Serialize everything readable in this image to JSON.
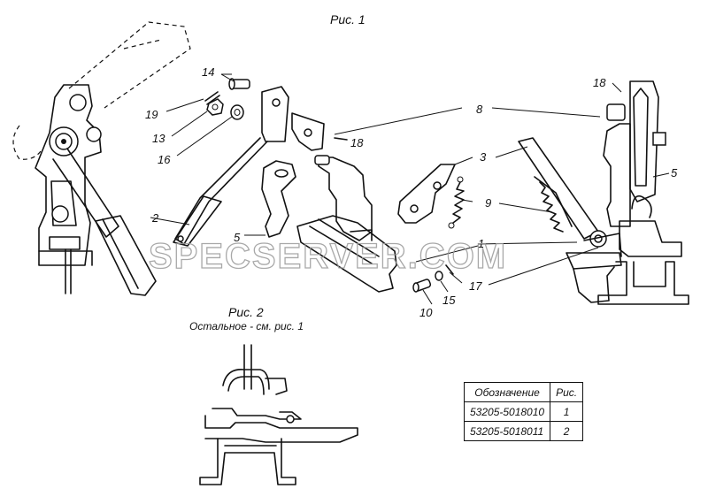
{
  "figure1": {
    "title": "Рис. 1"
  },
  "figure2": {
    "title": "Рис. 2",
    "note": "Остальное - см. рис. 1"
  },
  "callouts": {
    "c1": "1",
    "c2": "2",
    "c3": "3",
    "c5a": "5",
    "c5b": "5",
    "c8": "8",
    "c9": "9",
    "c10": "10",
    "c13": "13",
    "c14": "14",
    "c15": "15",
    "c16": "16",
    "c17": "17",
    "c18a": "18",
    "c18b": "18",
    "c19": "19"
  },
  "table": {
    "headers": [
      "Обозначение",
      "Рис."
    ],
    "rows": [
      {
        "designation": "53205-5018010",
        "figure": "1"
      },
      {
        "designation": "53205-5018011",
        "figure": "2"
      }
    ]
  },
  "watermark": "SPECSERVER.COM"
}
